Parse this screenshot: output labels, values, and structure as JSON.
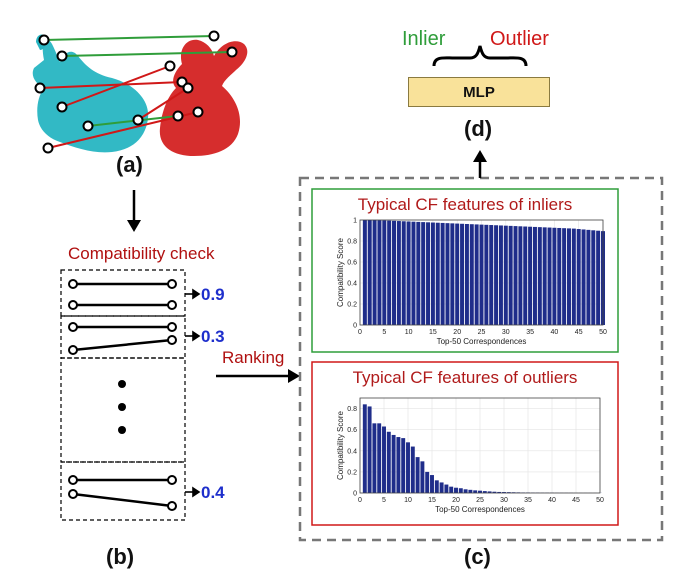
{
  "panel_a": {
    "label": "(a)"
  },
  "panel_b": {
    "label": "(b)",
    "title": "Compatibility check",
    "scores": [
      "0.9",
      "0.3",
      "0.4"
    ]
  },
  "panel_c": {
    "label": "(c)",
    "ranking_label": "Ranking",
    "inliers_title": "Typical CF features of inliers",
    "outliers_title": "Typical CF features of outliers"
  },
  "panel_d": {
    "label": "(d)",
    "inlier_label": "Inlier",
    "outlier_label": "Outlier",
    "mlp_label": "MLP"
  },
  "colors": {
    "inlier_green": "#2f9d3a",
    "outlier_red": "#d01818",
    "score_blue": "#1e2fcc",
    "bar_navy": "#1f2d8a",
    "bunny_cyan": "#27b5c2",
    "bunny_red": "#d42222"
  },
  "chart_data": [
    {
      "type": "bar",
      "title": "Typical CF features of inliers",
      "xlabel": "Top-50 Correspondences",
      "ylabel": "Compatibility Score",
      "xlim": [
        0,
        50
      ],
      "ylim": [
        0,
        1
      ],
      "xticks": [
        "0",
        "5",
        "10",
        "15",
        "20",
        "25",
        "30",
        "35",
        "40",
        "45",
        "50"
      ],
      "yticks": [
        "0",
        "0.2",
        "0.4",
        "0.6",
        "0.8",
        "1"
      ],
      "values": [
        1.0,
        1.0,
        1.0,
        0.998,
        0.996,
        0.994,
        0.992,
        0.99,
        0.988,
        0.986,
        0.984,
        0.982,
        0.98,
        0.978,
        0.976,
        0.974,
        0.972,
        0.97,
        0.968,
        0.966,
        0.964,
        0.962,
        0.96,
        0.958,
        0.956,
        0.954,
        0.952,
        0.95,
        0.948,
        0.946,
        0.944,
        0.942,
        0.94,
        0.938,
        0.936,
        0.934,
        0.932,
        0.93,
        0.928,
        0.926,
        0.924,
        0.922,
        0.92,
        0.918,
        0.914,
        0.91,
        0.906,
        0.902,
        0.898,
        0.894
      ]
    },
    {
      "type": "bar",
      "title": "Typical CF features of outliers",
      "xlabel": "Top-50 Correspondences",
      "ylabel": "Compatibility Score",
      "xlim": [
        0,
        50
      ],
      "ylim": [
        0,
        0.9
      ],
      "xticks": [
        "0",
        "5",
        "10",
        "15",
        "20",
        "25",
        "30",
        "35",
        "40",
        "45",
        "50"
      ],
      "yticks": [
        "0",
        "0.2",
        "0.4",
        "0.6",
        "0.8"
      ],
      "values": [
        0.84,
        0.82,
        0.66,
        0.66,
        0.63,
        0.58,
        0.55,
        0.53,
        0.52,
        0.48,
        0.44,
        0.34,
        0.3,
        0.2,
        0.17,
        0.12,
        0.1,
        0.08,
        0.06,
        0.05,
        0.045,
        0.035,
        0.03,
        0.025,
        0.022,
        0.018,
        0.015,
        0.012,
        0.01,
        0.009,
        0.008,
        0.007,
        0.006,
        0.005,
        0.005,
        0.004,
        0.004,
        0.003,
        0.003,
        0.003,
        0.002,
        0.002,
        0.002,
        0.002,
        0.001,
        0.001,
        0.001,
        0.001,
        0.001,
        0.001
      ]
    }
  ]
}
